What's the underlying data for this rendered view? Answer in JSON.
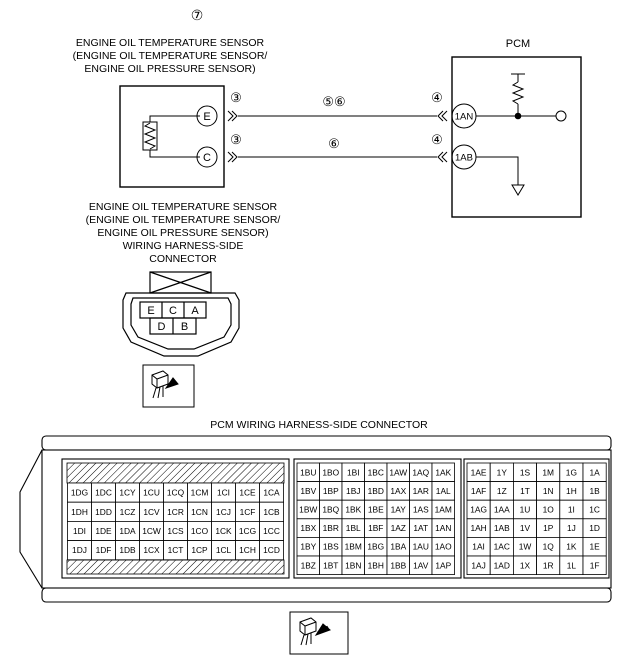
{
  "circuit": {
    "sensor_ref": "⑦",
    "sensor_title": [
      "ENGINE OIL TEMPERATURE SENSOR",
      "(ENGINE OIL TEMPERATURE SENSOR/",
      "ENGINE OIL PRESSURE SENSOR)"
    ],
    "pcm_label": "PCM",
    "sensor_pins": [
      "E",
      "C"
    ],
    "sensor_pin_refs": [
      "③",
      "③"
    ],
    "wire_refs": [
      "⑤⑥",
      "⑥"
    ],
    "pcm_pin_refs": [
      "④",
      "④"
    ],
    "pcm_pins": [
      "1AN",
      "1AB"
    ]
  },
  "sensor_connector": {
    "title": [
      "ENGINE OIL TEMPERATURE SENSOR",
      "(ENGINE OIL TEMPERATURE SENSOR/",
      "ENGINE OIL PRESSURE SENSOR)",
      "WIRING HARNESS-SIDE",
      "CONNECTOR"
    ],
    "top_row": [
      "E",
      "C",
      "A"
    ],
    "bottom_row": [
      "D",
      "B"
    ]
  },
  "pcm_connector": {
    "title": "PCM WIRING HARNESS-SIDE CONNECTOR",
    "left_block": [
      [
        "1DG",
        "1DC",
        "1CY",
        "1CU",
        "1CQ",
        "1CM",
        "1CI",
        "1CE",
        "1CA"
      ],
      [
        "1DH",
        "1DD",
        "1CZ",
        "1CV",
        "1CR",
        "1CN",
        "1CJ",
        "1CF",
        "1CB"
      ],
      [
        "1DI",
        "1DE",
        "1DA",
        "1CW",
        "1CS",
        "1CO",
        "1CK",
        "1CG",
        "1CC"
      ],
      [
        "1DJ",
        "1DF",
        "1DB",
        "1CX",
        "1CT",
        "1CP",
        "1CL",
        "1CH",
        "1CD"
      ]
    ],
    "middle_block": [
      [
        "1BU",
        "1BO",
        "1BI",
        "1BC",
        "1AW",
        "1AQ",
        "1AK"
      ],
      [
        "1BV",
        "1BP",
        "1BJ",
        "1BD",
        "1AX",
        "1AR",
        "1AL"
      ],
      [
        "1BW",
        "1BQ",
        "1BK",
        "1BE",
        "1AY",
        "1AS",
        "1AM"
      ],
      [
        "1BX",
        "1BR",
        "1BL",
        "1BF",
        "1AZ",
        "1AT",
        "1AN"
      ],
      [
        "1BY",
        "1BS",
        "1BM",
        "1BG",
        "1BA",
        "1AU",
        "1AO"
      ],
      [
        "1BZ",
        "1BT",
        "1BN",
        "1BH",
        "1BB",
        "1AV",
        "1AP"
      ]
    ],
    "right_block": [
      [
        "1AE",
        "1Y",
        "1S",
        "1M",
        "1G",
        "1A"
      ],
      [
        "1AF",
        "1Z",
        "1T",
        "1N",
        "1H",
        "1B"
      ],
      [
        "1AG",
        "1AA",
        "1U",
        "1O",
        "1I",
        "1C"
      ],
      [
        "1AH",
        "1AB",
        "1V",
        "1P",
        "1J",
        "1D"
      ],
      [
        "1AI",
        "1AC",
        "1W",
        "1Q",
        "1K",
        "1E"
      ],
      [
        "1AJ",
        "1AD",
        "1X",
        "1R",
        "1L",
        "1F"
      ]
    ]
  }
}
